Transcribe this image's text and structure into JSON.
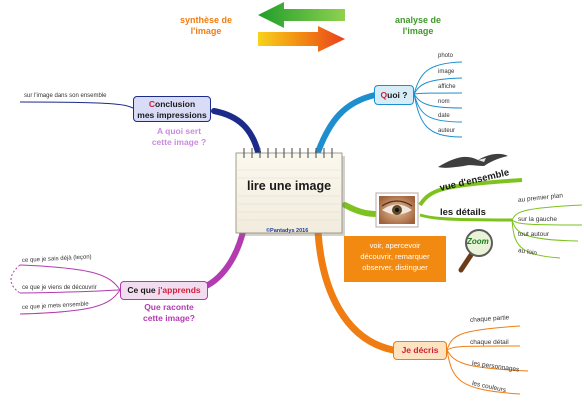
{
  "colors": {
    "green": "#7dc21e",
    "orange": "#f07d12",
    "purple": "#b23bb0",
    "blue": "#1d8fcf",
    "navy": "#1c2a8a",
    "violet": "#c98be0"
  },
  "headers": {
    "synthese": [
      "synthèse de",
      "l'image"
    ],
    "analyse": [
      "analyse de",
      "l'image"
    ]
  },
  "center": {
    "title": "lire une image",
    "credit": "©Pantadys 2016"
  },
  "quoi": {
    "label_first": "Q",
    "label_rest": "uoi ?",
    "items": [
      "photo",
      "image",
      "affiche",
      "nom",
      "date",
      "auteur"
    ]
  },
  "vue": {
    "label": "vue d'ensemble"
  },
  "details": {
    "label": "les détails",
    "items": [
      "au premier plan",
      "sur la gauche",
      "tout autour",
      "au loin"
    ],
    "zoom": "Zoom",
    "note": [
      "voir, apercevoir",
      "découvrir, remarquer",
      "observer, distinguer"
    ]
  },
  "decris": {
    "label": "Je décris",
    "items": [
      "chaque partie",
      "chaque détail",
      "les personnages",
      "les couleurs"
    ]
  },
  "apprends": {
    "label_plain": "Ce que ",
    "label_highlight": "j'apprends",
    "question": [
      "Que raconte",
      "cette image?"
    ],
    "items": [
      "ce que je sais déjà (leçon)",
      "ce que je viens de découvrir",
      "ce que je mets ensemble"
    ]
  },
  "conclusion": {
    "label_first": "C",
    "label_rest": "onclusion",
    "label_line2": "mes impressions",
    "question": [
      "A quoi sert",
      "cette image ?"
    ],
    "item": "sur l'image dans son ensemble"
  }
}
